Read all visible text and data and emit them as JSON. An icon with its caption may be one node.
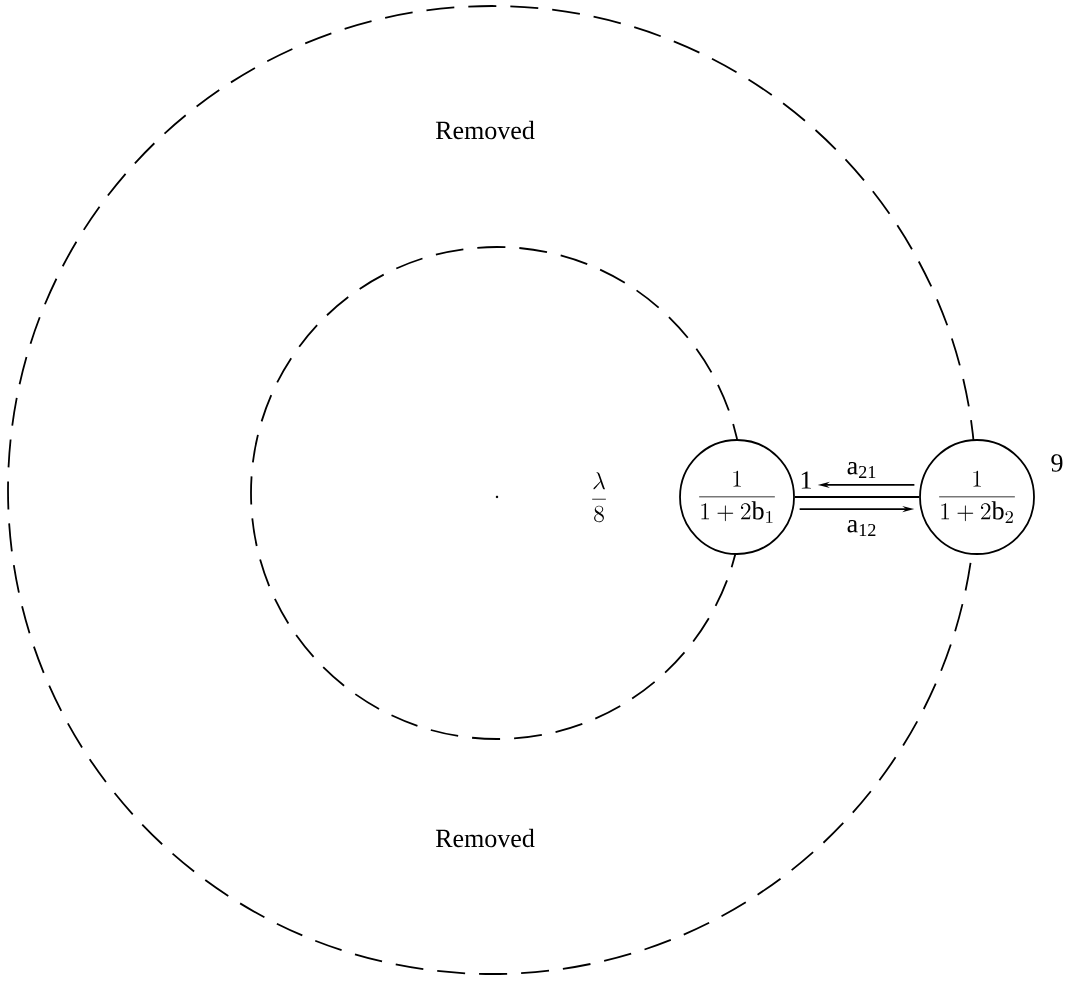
{
  "diagram": {
    "nodes": [
      {
        "text": [
          "\\frac{1}{1+2\\mathrm{b}_{1}}"
        ],
        "beside": [
          "1"
        ]
      },
      {
        "text": [
          "\\frac{1}{1+2\\mathrm{b}_{2}}"
        ],
        "beside": [
          "9"
        ]
      }
    ],
    "edges": [
      {
        "from": 0,
        "to": 1,
        "arrow": "none"
      },
      {
        "from": 1,
        "to": 0,
        "arrow": "to",
        "label": "a$_{21}$"
      },
      {
        "from": 0,
        "to": 1,
        "arrow": "to",
        "label": "a$_{12}$"
      }
    ],
    "labels": [
      "Removed",
      "\\frac{\\lambda}{8}",
      "Removed"
    ]
  }
}
